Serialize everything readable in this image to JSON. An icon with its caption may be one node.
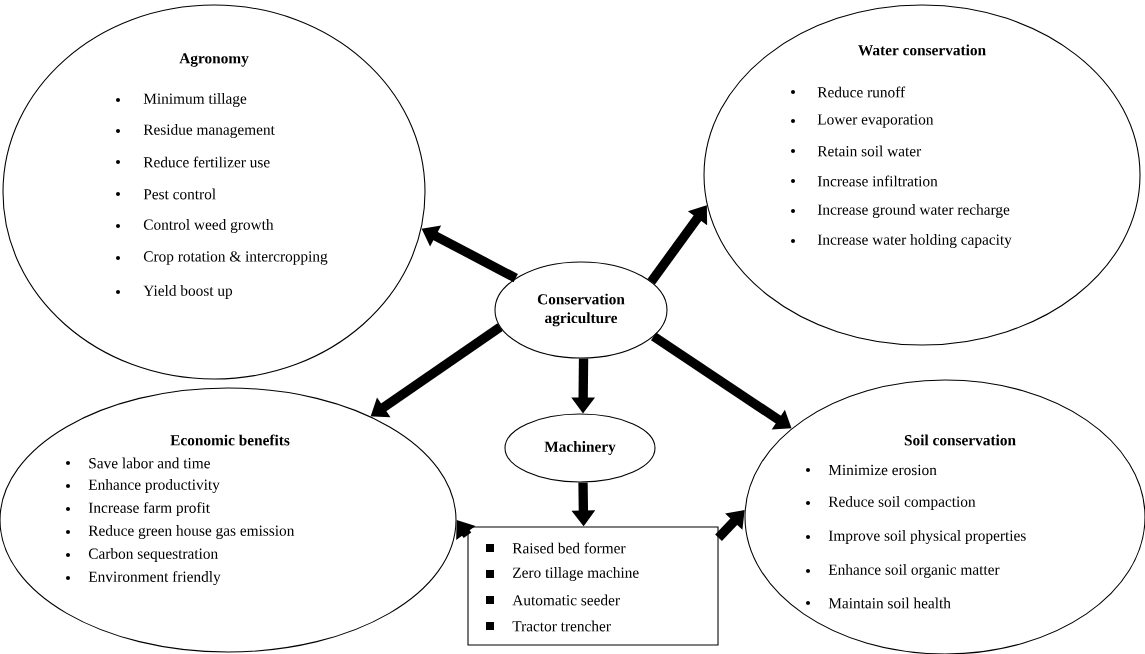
{
  "diagram": {
    "nodes": [
      {
        "text": [
          "Agronomy",
          "Minimum tillage",
          "Residue management",
          "Reduce fertilizer use",
          "Pest control",
          "Control weed  growth",
          "Crop rotation  & intercropping",
          "Yield boost up"
        ]
      },
      {
        "text": [
          "Water conservation",
          "Reduce runoff",
          "Lower evaporation",
          "Retain soil water",
          "Increase infiltration",
          "Increase ground water recharge",
          "Increase water holding capacity"
        ]
      },
      {
        "text": [
          "Conservation agriculture"
        ]
      },
      {
        "text": [
          "Economic benefits",
          "Save labor and time",
          "Enhance productivity",
          "Increase farm profit",
          "Reduce green house gas emission",
          "Carbon sequestration",
          "Environment friendly"
        ]
      },
      {
        "text": [
          "Machinery"
        ]
      },
      {
        "text": [
          "Soil conservation",
          "Minimize erosion",
          "Reduce soil compaction",
          "Improve soil physical properties",
          "Enhance soil organic matter",
          "Maintain soil health"
        ]
      },
      {
        "text": [
          "Raised bed former",
          "Zero tillage machine",
          "Automatic seeder",
          "Tractor trencher"
        ]
      }
    ],
    "edges": [
      {
        "from": 2,
        "to": 0,
        "arrow": "to"
      },
      {
        "from": 2,
        "to": 1,
        "arrow": "to"
      },
      {
        "from": 2,
        "to": 3,
        "arrow": "to"
      },
      {
        "from": 2,
        "to": 5,
        "arrow": "to"
      },
      {
        "from": 2,
        "to": 4,
        "arrow": "to"
      },
      {
        "from": 4,
        "to": 6,
        "arrow": "to"
      },
      {
        "from": 6,
        "to": 3,
        "arrow": "to"
      },
      {
        "from": 6,
        "to": 5,
        "arrow": "to"
      }
    ]
  }
}
